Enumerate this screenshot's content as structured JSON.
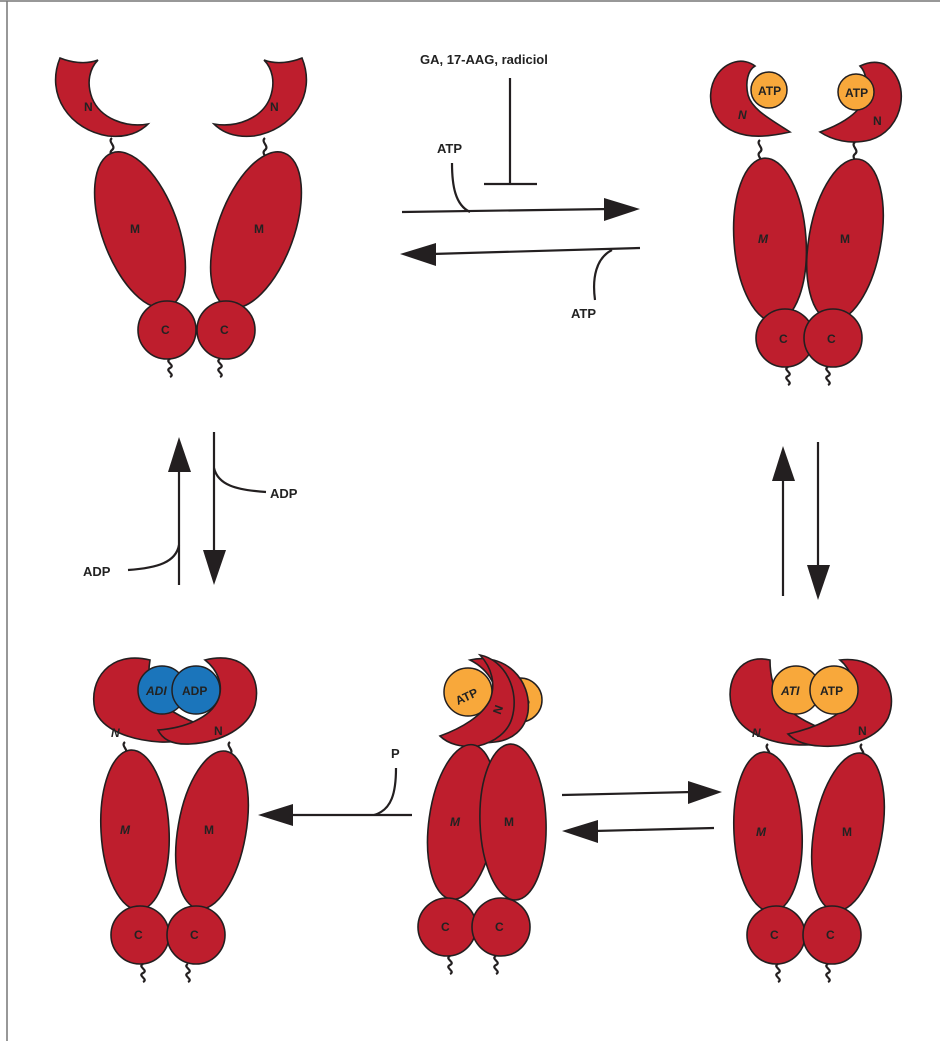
{
  "colors": {
    "protein": "#BE1E2D",
    "atp": "#F8A83B",
    "adp": "#1B75BB",
    "outline": "#231F20"
  },
  "inhibitor_label": "GA, 17-AAG, radiciol",
  "labels": {
    "atp": "ATP",
    "adp": "ADP",
    "adp_partial": "ADI",
    "atp_partial": "ATI",
    "atp_hidden": "P",
    "phosphate": "P",
    "n": "N",
    "m": "M",
    "c": "C"
  }
}
